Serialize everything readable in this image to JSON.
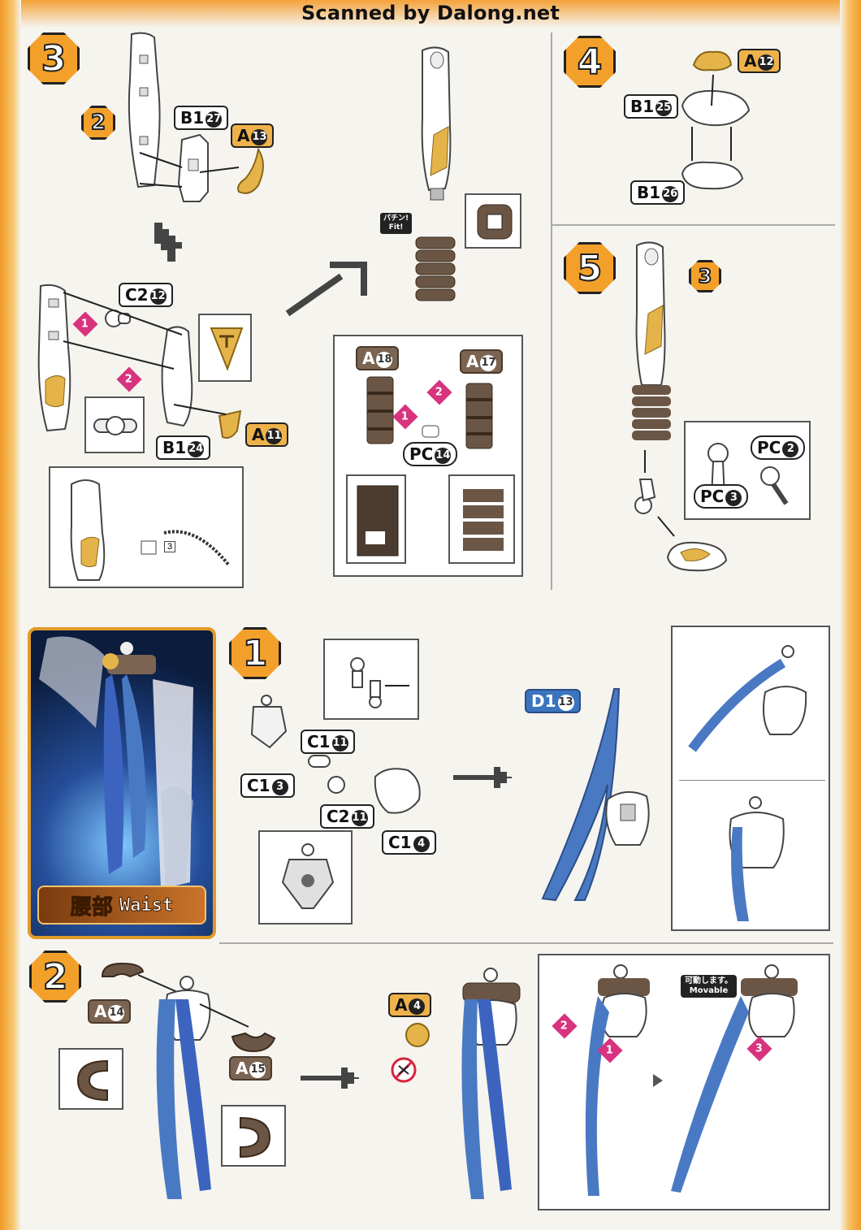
{
  "header": {
    "scan_credit": "Scanned by Dalong.net"
  },
  "colors": {
    "accent_orange": "#f3a02a",
    "part_white": "#ffffff",
    "part_gold": "#e4b44a",
    "part_brown": "#6b5645",
    "part_blue": "#4a79c4",
    "marker_pink": "#d8337e"
  },
  "step3": {
    "step_number": "3",
    "ref_step": "2",
    "parts": {
      "b1_27": {
        "letter": "B1",
        "num": "27"
      },
      "a_13": {
        "letter": "A",
        "num": "13"
      },
      "c2_12": {
        "letter": "C2",
        "num": "12"
      },
      "b1_24": {
        "letter": "B1",
        "num": "24"
      },
      "a_11": {
        "letter": "A",
        "num": "11"
      },
      "a_18": {
        "letter": "A",
        "num": "18"
      },
      "a_17": {
        "letter": "A",
        "num": "17"
      },
      "pc_14": {
        "letter": "PC",
        "num": "14"
      }
    },
    "markers": [
      "1",
      "2",
      "1",
      "2"
    ],
    "fit_badge": {
      "jp": "パチン!",
      "en": "Fit!"
    },
    "seal_num": "3"
  },
  "step4": {
    "step_number": "4",
    "parts": {
      "a_12": {
        "letter": "A",
        "num": "12"
      },
      "b1_25": {
        "letter": "B1",
        "num": "25"
      },
      "b1_26": {
        "letter": "B1",
        "num": "26"
      }
    }
  },
  "step5": {
    "step_number": "5",
    "ref_step": "3",
    "parts": {
      "pc_2": {
        "letter": "PC",
        "num": "2"
      },
      "pc_3": {
        "letter": "PC",
        "num": "3"
      }
    }
  },
  "waist": {
    "label_jp": "腰部",
    "label_en": "Waist",
    "step1": {
      "step_number": "1",
      "parts": {
        "c1_11": {
          "letter": "C1",
          "num": "11"
        },
        "c1_3": {
          "letter": "C1",
          "num": "3"
        },
        "c2_11": {
          "letter": "C2",
          "num": "11"
        },
        "c1_4": {
          "letter": "C1",
          "num": "4"
        },
        "d1_13": {
          "letter": "D1",
          "num": "13"
        }
      }
    },
    "step2": {
      "step_number": "2",
      "parts": {
        "a_14": {
          "letter": "A",
          "num": "14"
        },
        "a_15": {
          "letter": "A",
          "num": "15"
        },
        "a_4": {
          "letter": "A",
          "num": "4"
        }
      },
      "movable": {
        "jp": "可動します。",
        "en": "Movable"
      },
      "markers": [
        "2",
        "1",
        "3"
      ]
    }
  }
}
